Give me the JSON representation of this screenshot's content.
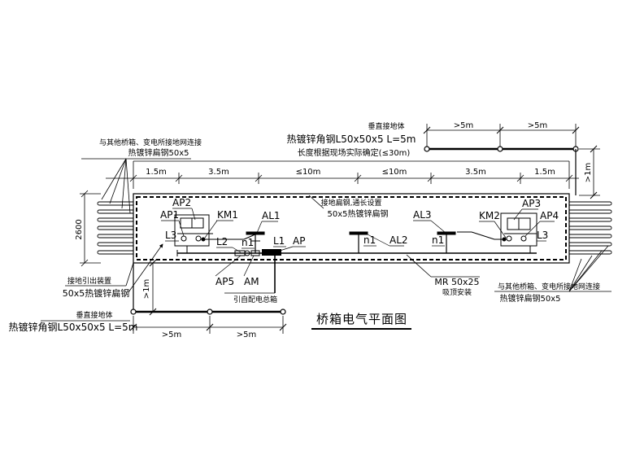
{
  "title": "桥箱电气平面图",
  "top": {
    "vertical_ground": "垂直接地体",
    "angle_steel": "热镀锌角钢L50x50x5 L=5m",
    "length_note": "长度根据现场实际确定(≤30m)",
    "dim_5m_a": ">5m",
    "dim_5m_b": ">5m",
    "dim_1m": ">1m"
  },
  "left_note": {
    "line1": "与其他桥箱、变电所接地网连接",
    "line2": "热镀锌扁钢50x5"
  },
  "dims_top": [
    "1.5m",
    "3.5m",
    "≤10m",
    "≤10m",
    "3.5m",
    "1.5m"
  ],
  "dim_height": "2600",
  "center_note": {
    "line1": "接地扁钢,通长设置",
    "line2": "50x5热镀锌扁钢"
  },
  "labels": {
    "AP2": "AP2",
    "AP1": "AP1",
    "KM1": "KM1",
    "L3_left": "L3",
    "AL1": "AL1",
    "L2": "L2",
    "n1_a": "n1",
    "L1": "L1",
    "AP": "AP",
    "AL3": "AL3",
    "n1_b": "n1",
    "AL2": "AL2",
    "n1_c": "n1",
    "KM2": "KM2",
    "AP3": "AP3",
    "AP4": "AP4",
    "L3_right": "L3",
    "AP5": "AP5",
    "AM": "AM"
  },
  "left_bottom": {
    "ground_outlet": "接地引出装置",
    "flat_steel": "50x5热镀锌扁钢"
  },
  "bottom": {
    "feeder_note": "引自配电总箱",
    "vertical_ground": "垂直接地体",
    "angle_steel": "热镀锌角钢L50x50x5 L=5m",
    "dim_1m": ">1m",
    "dim_5m_a": ">5m",
    "dim_5m_b": ">5m"
  },
  "right_bottom": {
    "mr": "MR 50x25",
    "mr_note": "吸顶安装",
    "line1": "与其他桥箱、变电所接地网连接",
    "line2": "热镀锌扁钢50x5"
  }
}
